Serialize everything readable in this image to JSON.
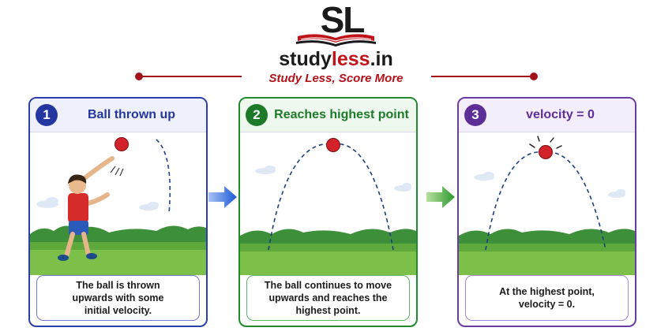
{
  "brand": {
    "monogram": "SL",
    "site_name_start": "study",
    "site_name_accent": "less",
    "site_name_end": ".in",
    "tagline": "Study Less, Score More",
    "accent_color": "#c0141b"
  },
  "panels": [
    {
      "number": "1",
      "title": "Ball thrown up",
      "caption": "The ball is thrown\nupwards with some\ninitial velocity.",
      "color": "#2436a0"
    },
    {
      "number": "2",
      "title": "Reaches highest point",
      "caption": "The ball continues to move\nupwards and reaches the\nhighest point.",
      "color": "#1c7a28"
    },
    {
      "number": "3",
      "title": "velocity = 0",
      "caption": "At the highest point,\nvelocity = 0.",
      "color": "#5e2e98"
    }
  ],
  "icons": {
    "arrow_1": "arrow-right-icon",
    "arrow_2": "arrow-right-icon",
    "ball": "ball-icon",
    "book": "open-book-icon"
  }
}
